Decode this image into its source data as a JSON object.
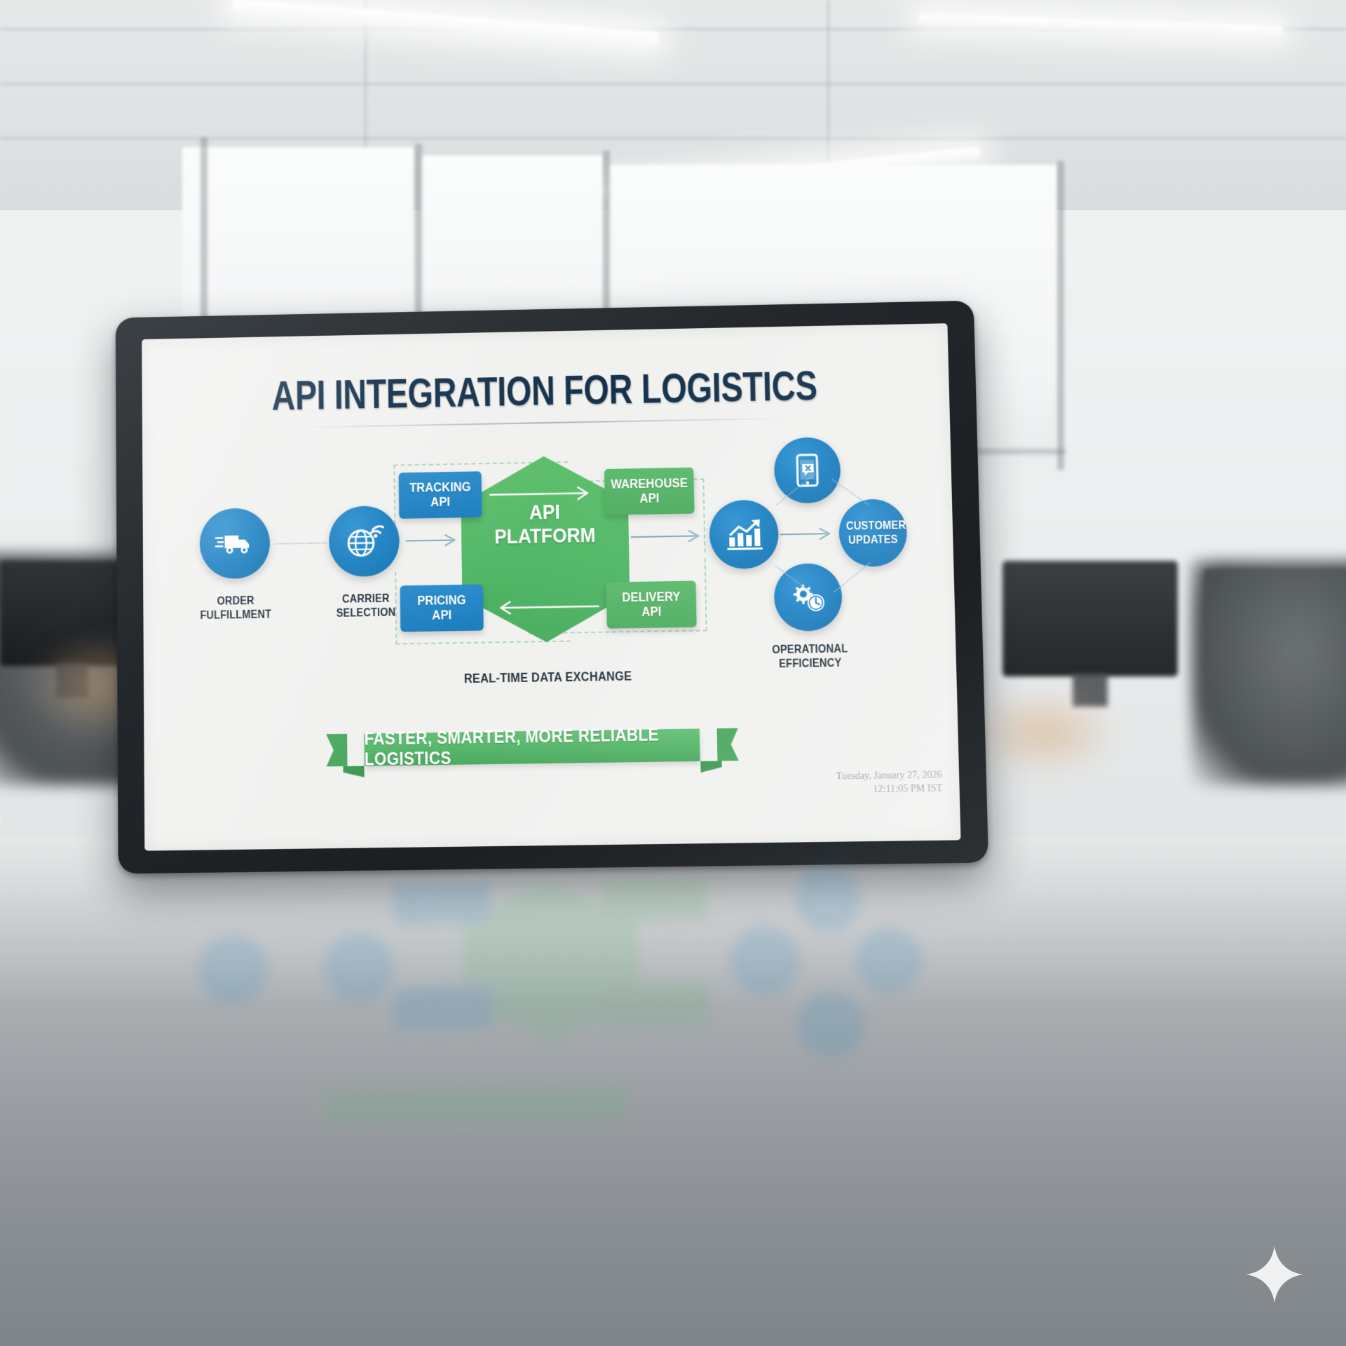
{
  "scene": {
    "device": "tablet",
    "setting": "office-interior-blurred"
  },
  "slide": {
    "title": "API INTEGRATION FOR LOGISTICS",
    "center_node": {
      "line1": "API",
      "line2": "PLATFORM"
    },
    "center_caption": "REAL-TIME DATA EXCHANGE",
    "api_boxes": [
      {
        "id": "tracking",
        "line1": "TRACKING",
        "line2": "API",
        "color": "#1c7ebf",
        "position": "top-left"
      },
      {
        "id": "warehouse",
        "line1": "WAREHOUSE",
        "line2": "API",
        "color": "#4fae61",
        "position": "top-right"
      },
      {
        "id": "pricing",
        "line1": "PRICING",
        "line2": "API",
        "color": "#1c7ebf",
        "position": "bottom-left"
      },
      {
        "id": "delivery",
        "line1": "DELIVERY",
        "line2": "API",
        "color": "#4fae61",
        "position": "bottom-right"
      }
    ],
    "left_nodes": [
      {
        "id": "order-fulfillment",
        "icon": "delivery-truck-icon",
        "line1": "ORDER",
        "line2": "FULFILLMENT"
      },
      {
        "id": "carrier-selection",
        "icon": "globe-signal-icon",
        "line1": "CARRIER",
        "line2": "SELECTION"
      }
    ],
    "right_nodes": [
      {
        "id": "analytics",
        "icon": "bar-chart-growth-icon",
        "line1": "",
        "line2": ""
      },
      {
        "id": "mobile-notification",
        "icon": "smartphone-alert-icon",
        "line1": "",
        "line2": ""
      },
      {
        "id": "customer-updates",
        "icon": "",
        "line1": "CUSTOMER",
        "line2": "UPDATES"
      },
      {
        "id": "operational-efficiency",
        "icon": "gear-clock-icon",
        "line1": "OPERATIONAL",
        "line2": "EFFICIENCY"
      }
    ],
    "ribbon": "FASTER, SMARTER, MORE RELIABLE LOGISTICS",
    "timestamp": {
      "date": "Tuesday, January 27, 2026",
      "time": "12:11:05 PM IST"
    }
  },
  "colors": {
    "title": "#15314b",
    "blue": "#1c7ebf",
    "green": "#4fae61",
    "hex_green": "#53b868",
    "ribbon_green": "#56b76a",
    "screen_bg": "#f1f2f0",
    "bezel": "#24282c",
    "stamp_text": "#9aa2a8"
  }
}
